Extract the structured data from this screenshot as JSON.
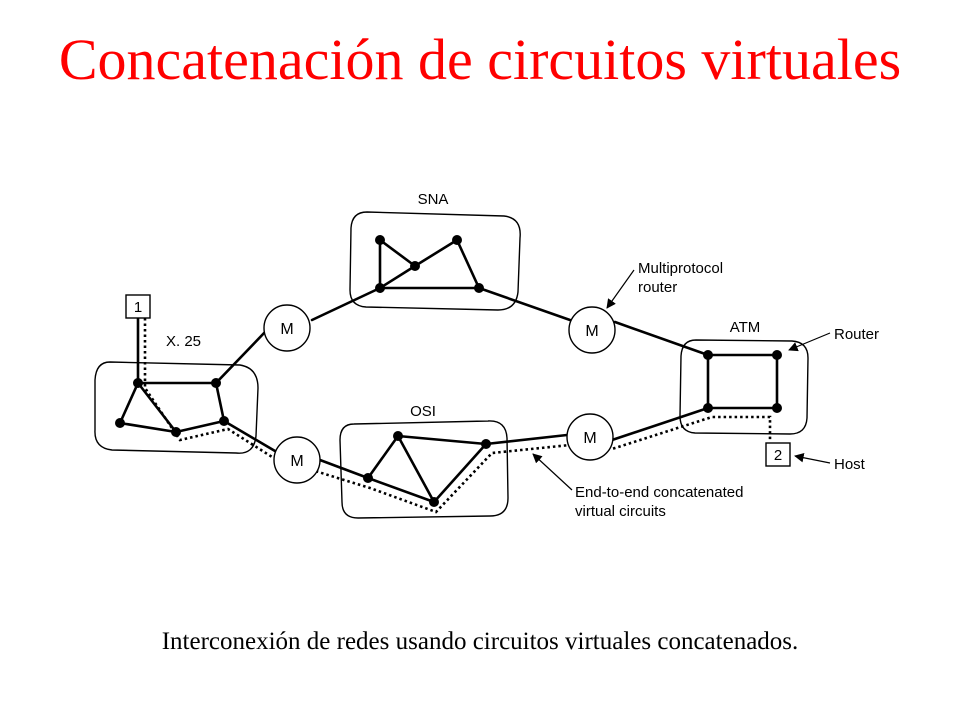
{
  "slide": {
    "title": "Concatenación de circuitos virtuales",
    "caption": "Interconexión de redes usando circuitos virtuales concatenados.",
    "title_color": "#ff0000"
  },
  "diagram": {
    "networks": {
      "sna": "SNA",
      "x25": "X. 25",
      "osi": "OSI",
      "atm": "ATM"
    },
    "routers": {
      "m1": "M",
      "m2": "M",
      "m3": "M",
      "m4": "M"
    },
    "hosts": {
      "host1": "1",
      "host2": "2"
    },
    "annotations": {
      "multiprotocol_line1": "Multiprotocol",
      "multiprotocol_line2": "router",
      "router": "Router",
      "host": "Host",
      "e2e_line1": "End-to-end concatenated",
      "e2e_line2": "virtual circuits"
    }
  }
}
